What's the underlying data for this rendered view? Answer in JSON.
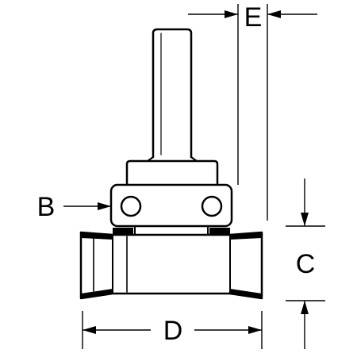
{
  "colors": {
    "line": "#000000",
    "background": "#ffffff"
  },
  "dimensions": {
    "b_label": "B",
    "c_label": "C",
    "d_label": "D",
    "e_label": "E"
  }
}
